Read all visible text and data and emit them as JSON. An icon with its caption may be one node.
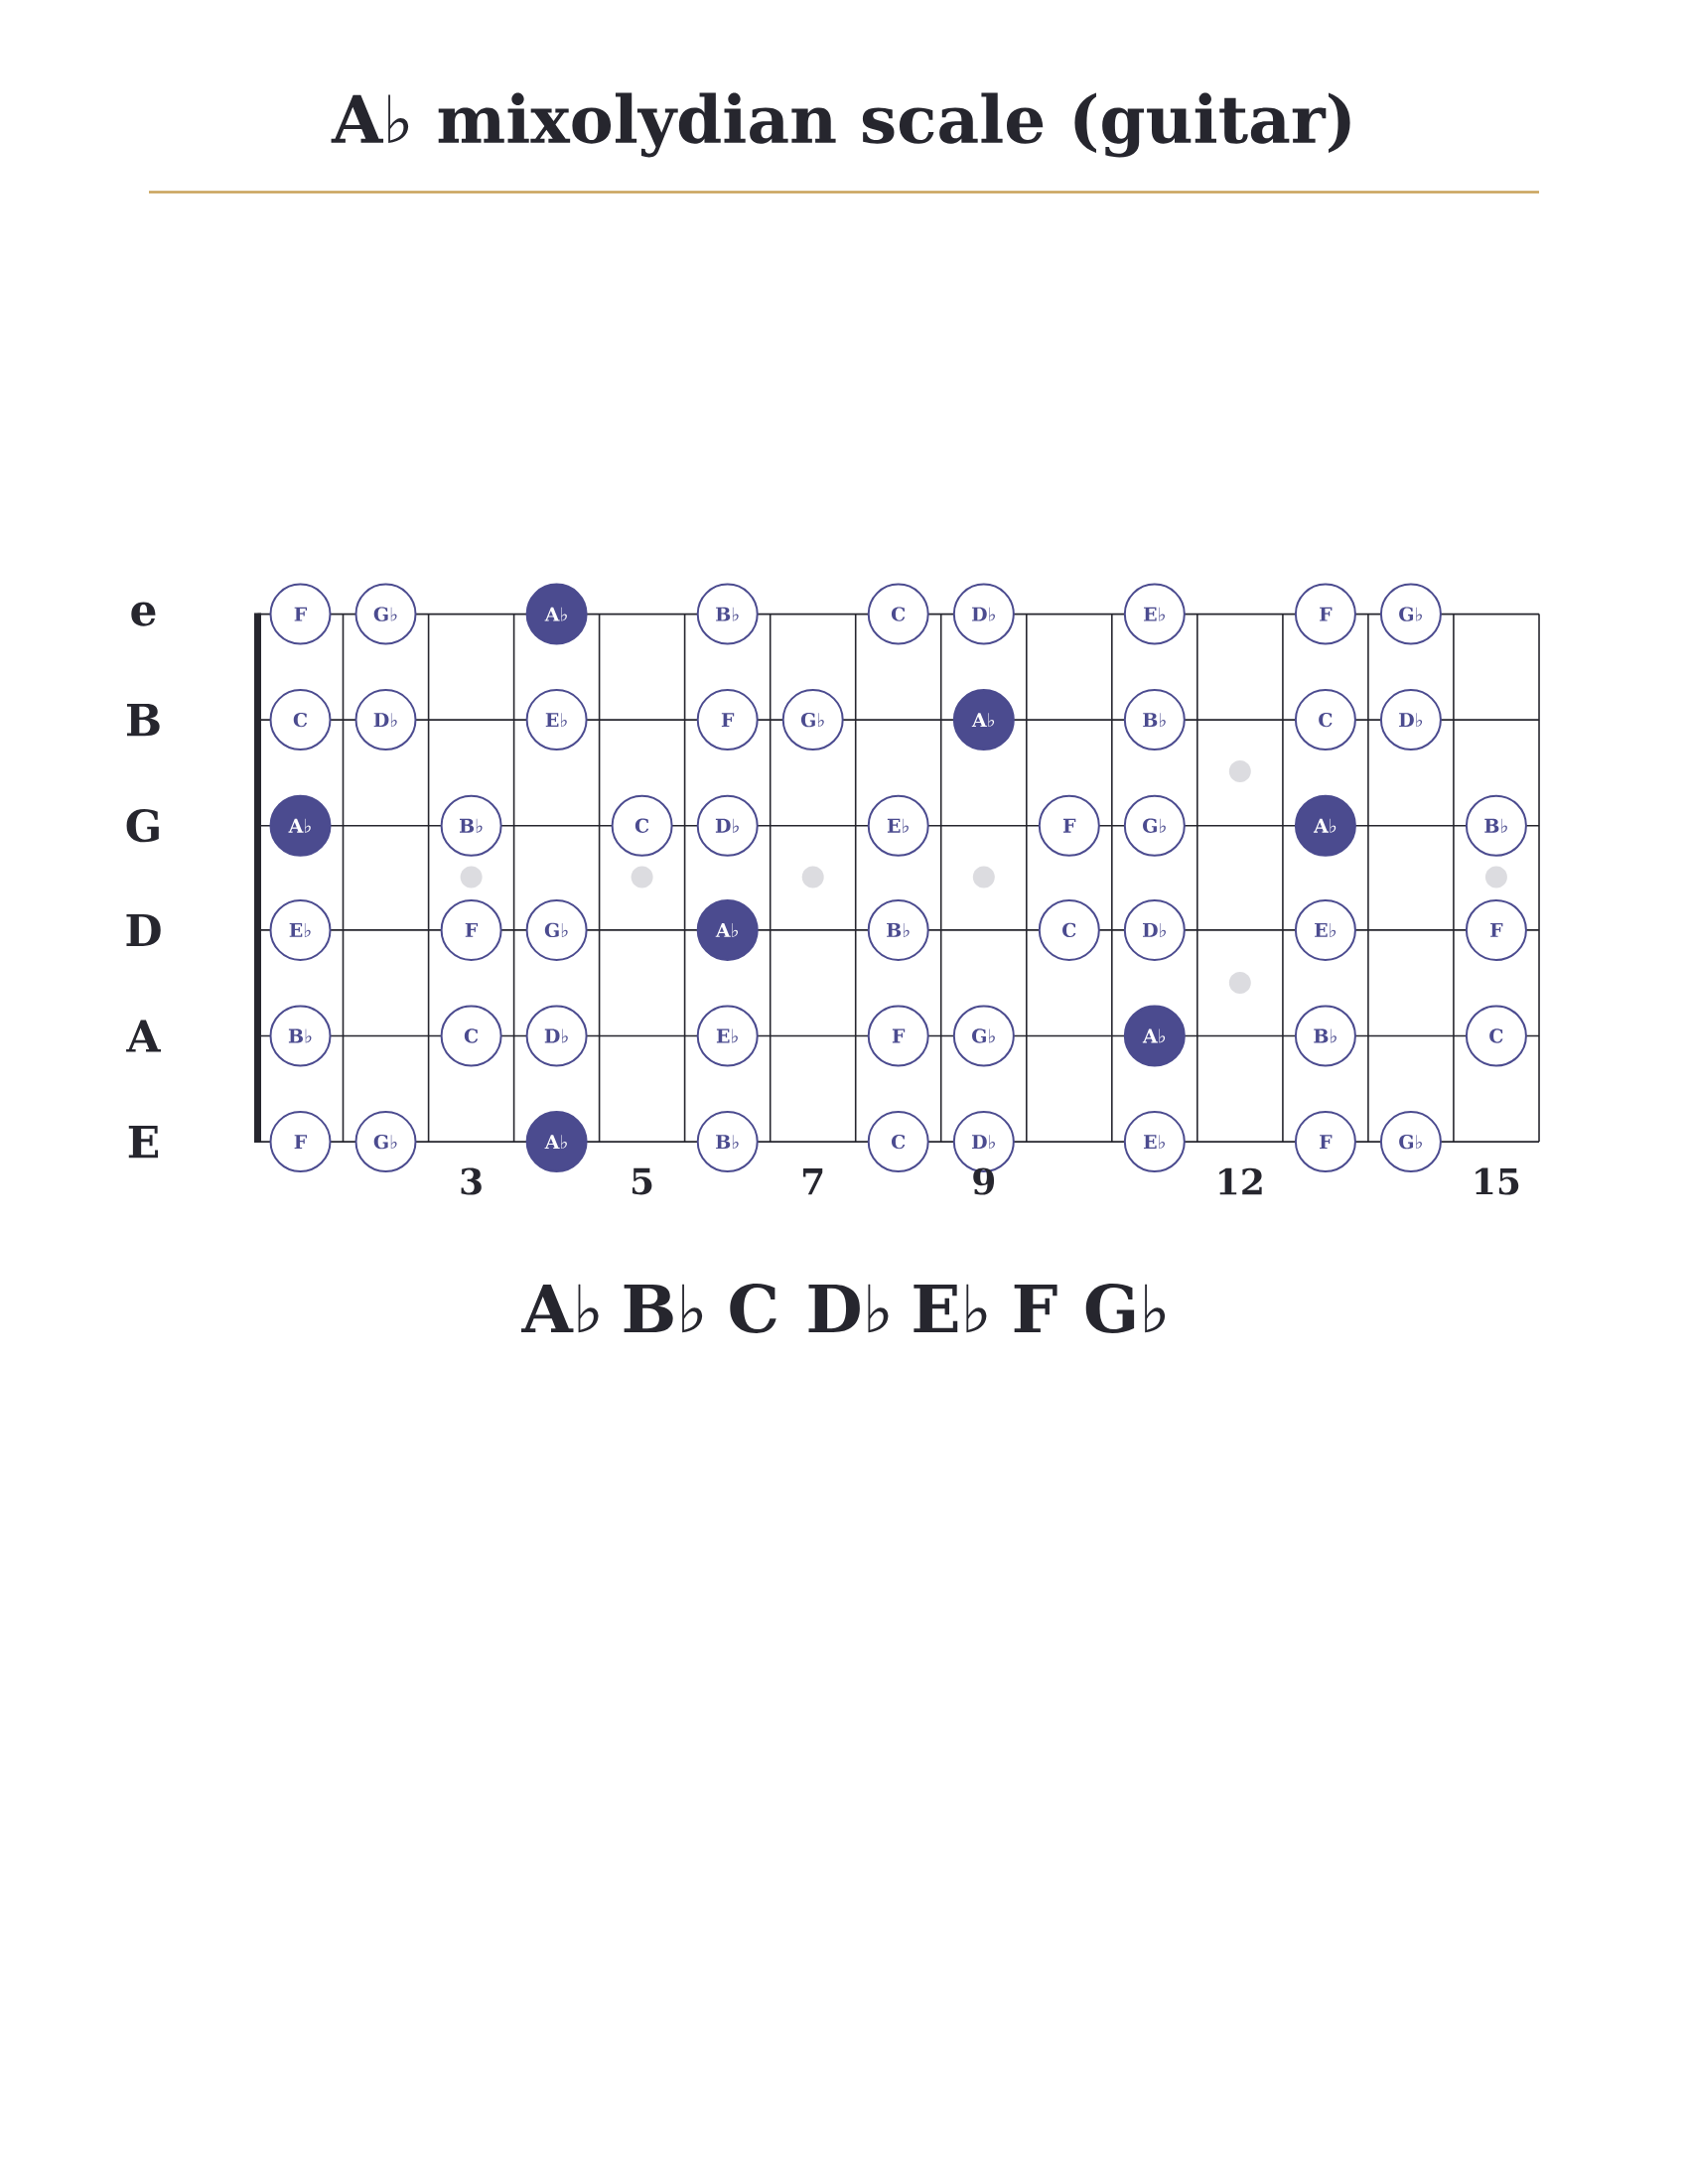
{
  "diagram": {
    "title": "A♭ mixolydian scale (guitar)",
    "nodes": [
      {
        "text": [
          "F"
        ]
      },
      {
        "text": [
          "G♭"
        ]
      },
      {
        "text": [
          "A♭"
        ]
      },
      {
        "text": [
          "B♭"
        ]
      },
      {
        "text": [
          "C"
        ]
      },
      {
        "text": [
          "D♭"
        ]
      },
      {
        "text": [
          "E♭"
        ]
      },
      {
        "text": [
          "F"
        ]
      },
      {
        "text": [
          "G♭"
        ]
      },
      {
        "text": [
          "C"
        ]
      },
      {
        "text": [
          "D♭"
        ]
      },
      {
        "text": [
          "E♭"
        ]
      },
      {
        "text": [
          "F"
        ]
      },
      {
        "text": [
          "G♭"
        ]
      },
      {
        "text": [
          "A♭"
        ]
      },
      {
        "text": [
          "B♭"
        ]
      },
      {
        "text": [
          "C"
        ]
      },
      {
        "text": [
          "D♭"
        ]
      },
      {
        "text": [
          "A♭"
        ]
      },
      {
        "text": [
          "B♭"
        ]
      },
      {
        "text": [
          "C"
        ]
      },
      {
        "text": [
          "D♭"
        ]
      },
      {
        "text": [
          "E♭"
        ]
      },
      {
        "text": [
          "F"
        ]
      },
      {
        "text": [
          "G♭"
        ]
      },
      {
        "text": [
          "A♭"
        ]
      },
      {
        "text": [
          "B♭"
        ]
      },
      {
        "text": [
          "E♭"
        ]
      },
      {
        "text": [
          "F"
        ]
      },
      {
        "text": [
          "G♭"
        ]
      },
      {
        "text": [
          "A♭"
        ]
      },
      {
        "text": [
          "B♭"
        ]
      },
      {
        "text": [
          "C"
        ]
      },
      {
        "text": [
          "D♭"
        ]
      },
      {
        "text": [
          "E♭"
        ]
      },
      {
        "text": [
          "F"
        ]
      },
      {
        "text": [
          "B♭"
        ]
      },
      {
        "text": [
          "C"
        ]
      },
      {
        "text": [
          "D♭"
        ]
      },
      {
        "text": [
          "E♭"
        ]
      },
      {
        "text": [
          "F"
        ]
      },
      {
        "text": [
          "G♭"
        ]
      },
      {
        "text": [
          "A♭"
        ]
      },
      {
        "text": [
          "B♭"
        ]
      },
      {
        "text": [
          "C"
        ]
      },
      {
        "text": [
          "F"
        ]
      },
      {
        "text": [
          "G♭"
        ]
      },
      {
        "text": [
          "A♭"
        ]
      },
      {
        "text": [
          "B♭"
        ]
      },
      {
        "text": [
          "C"
        ]
      },
      {
        "text": [
          "D♭"
        ]
      },
      {
        "text": [
          "E♭"
        ]
      },
      {
        "text": [
          "F"
        ]
      },
      {
        "text": [
          "G♭"
        ]
      }
    ],
    "labels": [
      "e",
      "B",
      "G",
      "D",
      "A",
      "E",
      "3",
      "5",
      "7",
      "9",
      "12",
      "15",
      "A♭",
      "B♭",
      "C",
      "D♭",
      "E♭",
      "F",
      "G♭"
    ]
  }
}
